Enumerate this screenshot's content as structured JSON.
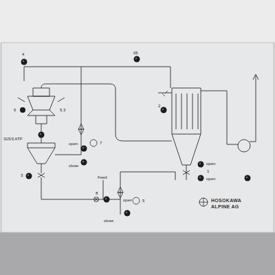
{
  "diagram": {
    "labels": [
      "4",
      "05",
      "6",
      "5.3",
      "315/3 ATP",
      "2",
      "open",
      "7",
      "close",
      "3",
      "open",
      "1",
      "open",
      "Feed",
      "8",
      "open",
      "5",
      "close",
      "HOSOKAWA",
      "ALPINE AG"
    ]
  }
}
